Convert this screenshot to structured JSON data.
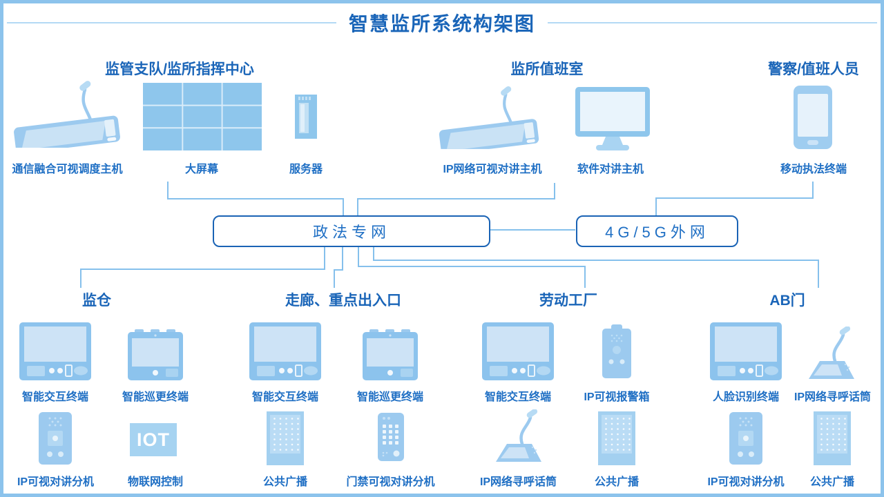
{
  "title": "智慧监所系统构架图",
  "networks": {
    "primary": "政法专网",
    "secondary": "4G/5G外网"
  },
  "top_groups": [
    {
      "name": "监管支队/监所指挥中心",
      "devices": [
        {
          "icon": "dispatch-console",
          "label": "通信融合可视调度主机"
        },
        {
          "icon": "video-wall",
          "label": "大屏幕"
        },
        {
          "icon": "server",
          "label": "服务器"
        }
      ]
    },
    {
      "name": "监所值班室",
      "devices": [
        {
          "icon": "dispatch-console",
          "label": "IP网络可视对讲主机"
        },
        {
          "icon": "desktop-monitor",
          "label": "软件对讲主机"
        }
      ]
    },
    {
      "name": "警察/值班人员",
      "devices": [
        {
          "icon": "mobile-phone",
          "label": "移动执法终端"
        }
      ]
    }
  ],
  "bottom_groups": [
    {
      "name": "监仓",
      "devices": [
        {
          "icon": "interactive-terminal",
          "label": "智能交互终端"
        },
        {
          "icon": "patrol-terminal",
          "label": "智能巡更终端"
        },
        {
          "icon": "video-intercom",
          "label": "IP可视对讲分机"
        },
        {
          "icon": "iot-controller",
          "label": "物联网控制",
          "badge": "IOT"
        }
      ]
    },
    {
      "name": "走廊、重点出入口",
      "devices": [
        {
          "icon": "interactive-terminal",
          "label": "智能交互终端"
        },
        {
          "icon": "patrol-terminal",
          "label": "智能巡更终端"
        },
        {
          "icon": "public-speaker",
          "label": "公共广播"
        },
        {
          "icon": "door-intercom",
          "label": "门禁可视对讲分机"
        }
      ]
    },
    {
      "name": "劳动工厂",
      "devices": [
        {
          "icon": "interactive-terminal",
          "label": "智能交互终端"
        },
        {
          "icon": "alarm-box",
          "label": "IP可视报警箱"
        },
        {
          "icon": "paging-microphone",
          "label": "IP网络寻呼话筒"
        },
        {
          "icon": "public-speaker",
          "label": "公共广播"
        }
      ]
    },
    {
      "name": "AB门",
      "devices": [
        {
          "icon": "interactive-terminal",
          "label": "人脸识别终端"
        },
        {
          "icon": "paging-microphone",
          "label": "IP网络寻呼话筒"
        },
        {
          "icon": "video-intercom",
          "label": "IP可视对讲分机"
        },
        {
          "icon": "public-speaker",
          "label": "公共广播"
        }
      ]
    }
  ],
  "colors": {
    "title_text": "#1a65b8",
    "label_text": "#1f6fc4",
    "box_border": "#1a63b5",
    "connector": "#85c0ec",
    "device_fill": "#8cc3ed",
    "device_fill_light": "#cde3f6",
    "page_border": "#8cc3ec"
  }
}
